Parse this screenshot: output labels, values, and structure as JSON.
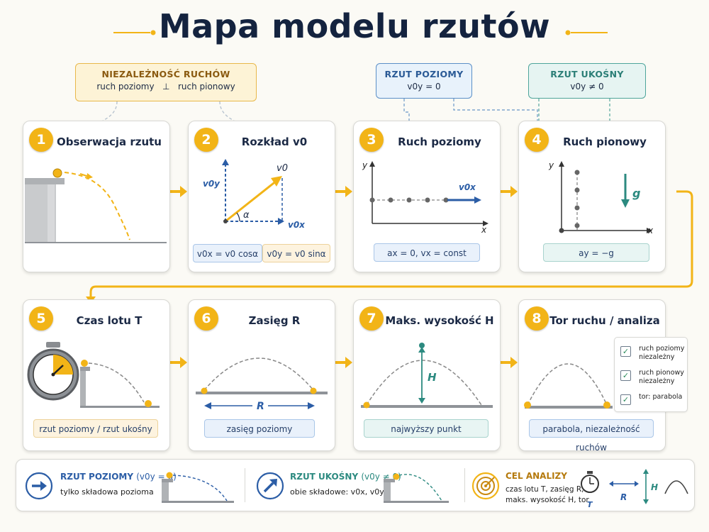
{
  "title": "Mapa modelu rzutów",
  "tags": {
    "independence": {
      "title": "NIEZALEŻNOŚĆ RUCHÓW",
      "left": "ruch poziomy",
      "symbol": "⊥",
      "right": "ruch pionowy"
    },
    "horizontal": {
      "title": "RZUT POZIOMY",
      "condition": "v0y = 0"
    },
    "oblique": {
      "title": "RZUT UKOŚNY",
      "condition": "v0y ≠ 0"
    }
  },
  "cards": [
    {
      "num": "1",
      "title": "Obserwacja rzutu"
    },
    {
      "num": "2",
      "title": "Rozkład v0",
      "labels": {
        "v0": "v0",
        "v0y": "v0y",
        "v0x": "v0x",
        "alpha": "α"
      },
      "box_left": "v0x = v0 cosα",
      "box_right": "v0y = v0 sinα"
    },
    {
      "num": "3",
      "title": "Ruch poziomy",
      "labels": {
        "x": "x",
        "y": "y",
        "v0x": "v0x"
      },
      "box": "ax = 0,  vx = const"
    },
    {
      "num": "4",
      "title": "Ruch pionowy",
      "labels": {
        "x": "x",
        "y": "y",
        "g": "g"
      },
      "box": "ay = −g"
    },
    {
      "num": "5",
      "title": "Czas lotu T",
      "box": "rzut poziomy / rzut ukośny"
    },
    {
      "num": "6",
      "title": "Zasięg R",
      "labels": {
        "R": "R"
      },
      "box": "zasięg poziomy"
    },
    {
      "num": "7",
      "title": "Maks. wysokość H",
      "labels": {
        "H": "H"
      },
      "box": "najwyższy punkt"
    },
    {
      "num": "8",
      "title": "Tor ruchu / analiza",
      "box": "parabola, niezależność ruchów",
      "checklist": [
        "ruch poziomy niezależny",
        "ruch pionowy niezależny",
        "tor: parabola"
      ]
    }
  ],
  "legend": {
    "horizontal": {
      "title": "RZUT POZIOMY",
      "cond": "(v0y = 0)",
      "desc": "tylko składowa pozioma"
    },
    "oblique": {
      "title": "RZUT UKOŚNY",
      "cond": "(v0y ≠ 0)",
      "desc": "obie składowe: v0x, v0y"
    },
    "goal": {
      "title": "CEL ANALIZY",
      "desc1": "czas lotu T, zasięg R,",
      "desc2": "maks. wysokość H, tor",
      "T": "T",
      "R": "R",
      "H": "H"
    }
  },
  "colors": {
    "accent": "#f2b417",
    "blue": "#2b5da6",
    "teal": "#2c8a80",
    "navy": "#14233f",
    "dash": "#888888"
  }
}
